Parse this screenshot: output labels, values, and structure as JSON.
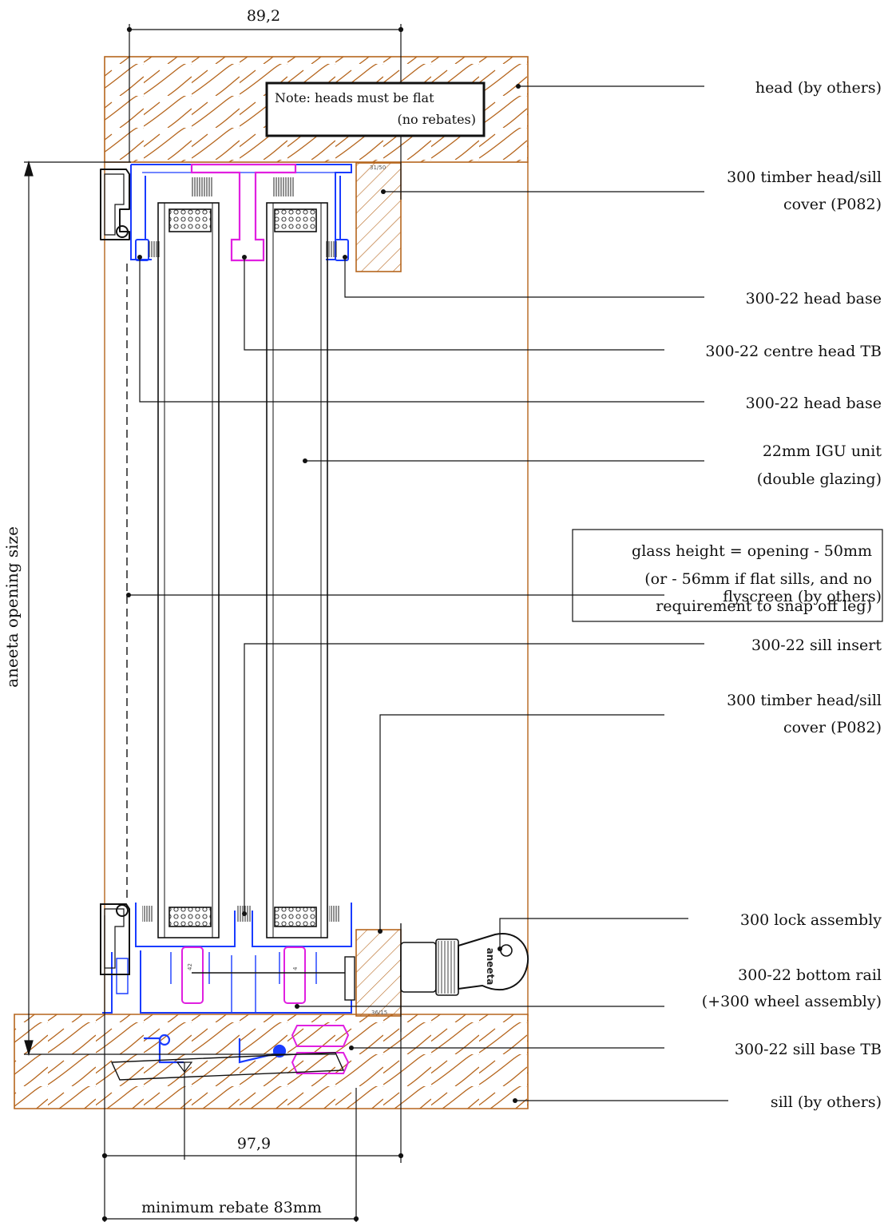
{
  "dimensions": {
    "top_width": "89,2",
    "bottom_width": "97,9",
    "min_rebate": "minimum rebate 83mm",
    "opening_size": "aneeta opening size"
  },
  "note_head": {
    "line1": "Note: heads must be flat",
    "line2": "(no rebates)"
  },
  "glass_note": {
    "line1": "glass height = opening - 50mm",
    "line2": "(or - 56mm if flat sills, and no",
    "line3": "requirement to snap off leg)"
  },
  "callouts": [
    {
      "id": "head-by-others",
      "lines": [
        "head (by others)"
      ]
    },
    {
      "id": "timber-cover-top",
      "lines": [
        "300 timber head/sill",
        "cover (P082)"
      ]
    },
    {
      "id": "head-base-right",
      "lines": [
        "300-22 head base"
      ]
    },
    {
      "id": "centre-head-tb",
      "lines": [
        "300-22 centre head TB"
      ]
    },
    {
      "id": "head-base-left",
      "lines": [
        "300-22 head base"
      ]
    },
    {
      "id": "igu-unit",
      "lines": [
        "22mm IGU unit",
        "(double glazing)"
      ]
    },
    {
      "id": "flyscreen",
      "lines": [
        "flyscreen (by others)"
      ]
    },
    {
      "id": "sill-insert",
      "lines": [
        "300-22 sill insert"
      ]
    },
    {
      "id": "timber-cover-bottom",
      "lines": [
        "300 timber head/sill",
        "cover (P082)"
      ]
    },
    {
      "id": "lock-assembly",
      "lines": [
        "300 lock assembly"
      ]
    },
    {
      "id": "bottom-rail",
      "lines": [
        "300-22 bottom rail",
        "(+300 wheel assembly)"
      ]
    },
    {
      "id": "sill-base-tb",
      "lines": [
        "300-22 sill base TB"
      ]
    },
    {
      "id": "sill-by-others",
      "lines": [
        "sill (by others)"
      ]
    }
  ],
  "profile_marks": {
    "top_cover": "31/50",
    "bottom_cover": "36/15",
    "wheel_left": "42",
    "wheel_right": "4",
    "key_brand": "aneeta"
  },
  "colors": {
    "timber": "#b5651d",
    "profile": "#1a3cff",
    "thermal_break": "#e020e0",
    "ink": "#111111"
  }
}
